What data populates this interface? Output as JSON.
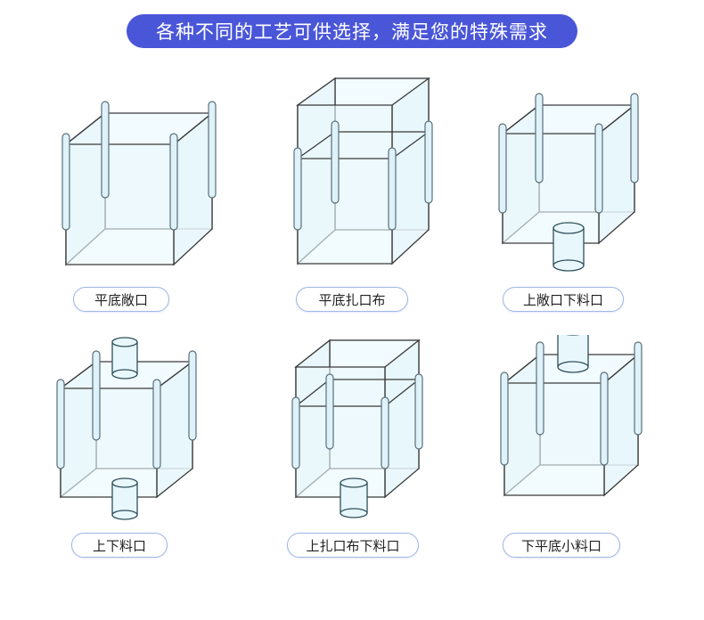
{
  "header": {
    "title": "各种不同的工艺可供选择，满足您的特殊需求"
  },
  "items": [
    {
      "label": "平底敞口",
      "icon": "open-top-flat-bottom-bag-icon"
    },
    {
      "label": "平底扎口布",
      "icon": "skirt-top-flat-bottom-bag-icon"
    },
    {
      "label": "上敞口下料口",
      "icon": "open-top-discharge-spout-bag-icon"
    },
    {
      "label": "上下料口",
      "icon": "fill-and-discharge-spout-bag-icon"
    },
    {
      "label": "上扎口布下料口",
      "icon": "skirt-top-discharge-spout-bag-icon"
    },
    {
      "label": "下平底小料口",
      "icon": "top-spout-flat-bottom-bag-icon"
    }
  ],
  "colors": {
    "accent": "#4a56d8",
    "label_border": "#9db6e6",
    "bag_fill": "#e6f6fb"
  }
}
